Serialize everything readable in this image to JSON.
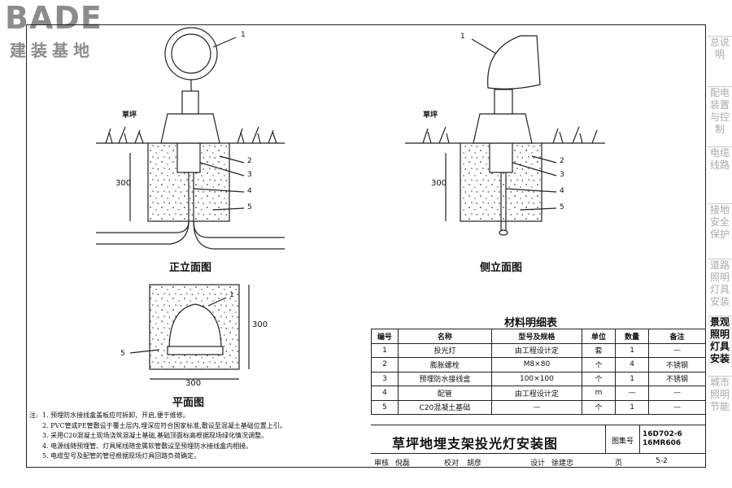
{
  "logo": {
    "main": "BADE",
    "sub": "建装基地"
  },
  "sidebar": {
    "items": [
      {
        "label": "总说明",
        "active": false
      },
      {
        "label": "配电装置与控制",
        "active": false
      },
      {
        "label": "电缆线路",
        "active": false
      },
      {
        "label": "接地安全保护",
        "active": false
      },
      {
        "label": "道路照明灯具安装",
        "active": false
      },
      {
        "label": "景观照明灯具安装",
        "active": true
      },
      {
        "label": "城市照明节能",
        "active": false
      }
    ]
  },
  "views": {
    "front": {
      "title": "正立面图",
      "grass": "草坪",
      "depth": "300",
      "callouts": [
        "1",
        "2",
        "3",
        "4",
        "5"
      ]
    },
    "side": {
      "title": "侧立面图",
      "grass": "草坪",
      "depth": "300",
      "callouts": [
        "1",
        "2",
        "3",
        "4",
        "5"
      ]
    },
    "plan": {
      "title": "平面图",
      "width": "300",
      "height": "300",
      "callouts": [
        "1",
        "5"
      ]
    }
  },
  "material_table": {
    "title": "材料明细表",
    "headers": [
      "编号",
      "名称",
      "型号及规格",
      "单位",
      "数量",
      "备注"
    ],
    "rows": [
      [
        "1",
        "投光灯",
        "由工程设计定",
        "套",
        "1",
        "—"
      ],
      [
        "2",
        "膨胀螺栓",
        "M8×80",
        "个",
        "4",
        "不锈钢"
      ],
      [
        "3",
        "预埋防水接线盒",
        "100×100",
        "个",
        "1",
        "不锈钢"
      ],
      [
        "4",
        "配管",
        "由工程设计定",
        "m",
        "—",
        "—"
      ],
      [
        "5",
        "C20混凝土基础",
        "—",
        "个",
        "1",
        "—"
      ]
    ]
  },
  "notes": {
    "head": "注:",
    "lines": [
      "1. 预埋防水接线盒盖板应可拆卸、开启,便于维修。",
      "2. PVC管或PE管敷设于覆土层内,埋深应符合国家标准,敷设至混凝土基础位置上引。",
      "3. 采用C20混凝土现场浇筑混凝土基础,基础顶面标高根据现场绿化情况调整。",
      "4. 电源线随预埋管、灯具尾线随金属软管敷设至预埋防水接线盒内相接。",
      "5. 电缆型号及配管的管径根据现场灯具回路负荷确定。"
    ]
  },
  "title_block": {
    "title": "草坪地埋支架投光灯安装图",
    "atlas_label": "图集号",
    "atlas_no_1": "16D702-6",
    "atlas_no_2": "16MR606",
    "review": "审核",
    "review_name": "倪磊",
    "check": "校对",
    "check_name": "胡彦",
    "design": "设计",
    "design_name": "徐建忠",
    "page_label": "页",
    "page_no": "5-2"
  }
}
